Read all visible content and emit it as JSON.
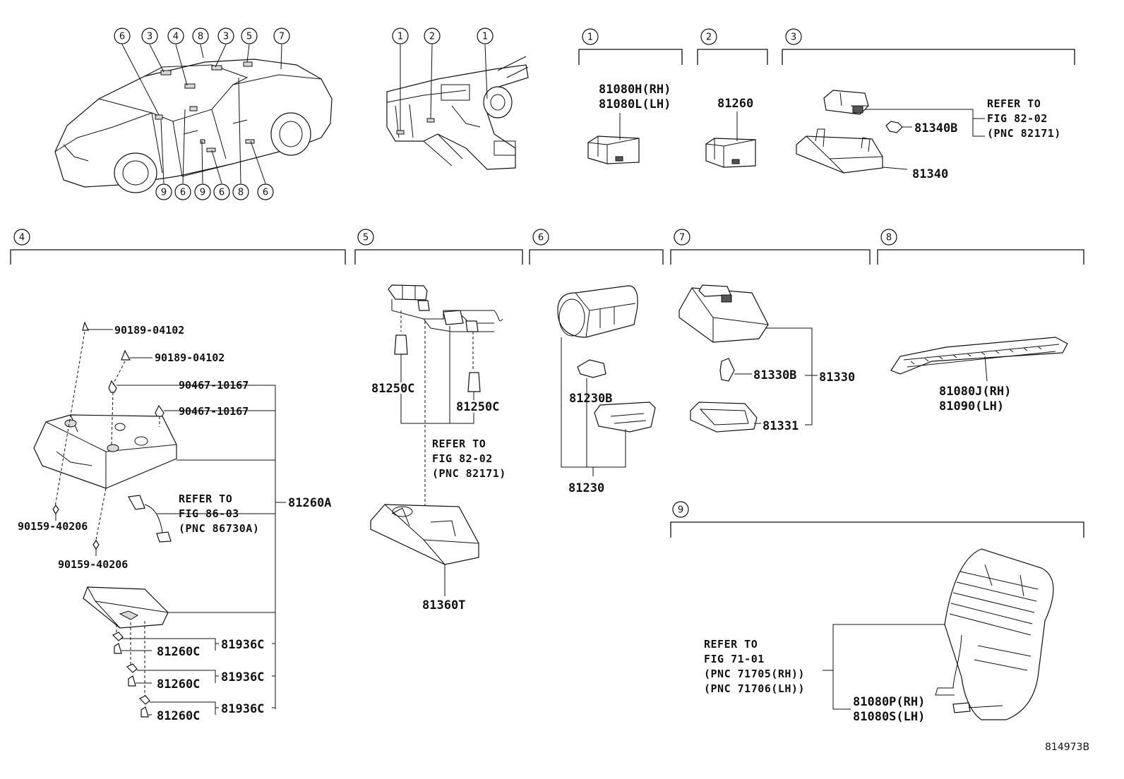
{
  "diagram_id": "814973B",
  "overview_car_callouts": [
    "6",
    "3",
    "4",
    "8",
    "3",
    "5",
    "7",
    "9",
    "6",
    "9",
    "6",
    "8",
    "6"
  ],
  "overview_dash_callouts": [
    "1",
    "2",
    "1"
  ],
  "sections": [
    {
      "num": "1",
      "parts": [
        "81080H(RH)",
        "81080L(LH)"
      ]
    },
    {
      "num": "2",
      "parts": [
        "81260"
      ]
    },
    {
      "num": "3",
      "parts": [
        "81340B",
        "81340"
      ],
      "refer": [
        "REFER TO",
        "FIG 82-02",
        "(PNC 82171)"
      ]
    },
    {
      "num": "4",
      "parts": [
        "90189-04102",
        "90189-04102",
        "90467-10167",
        "90467-10167",
        "90159-40206",
        "90159-40206",
        "81260A",
        "81260C",
        "81936C",
        "81260C",
        "81936C",
        "81260C",
        "81936C"
      ],
      "refer": [
        "REFER TO",
        "FIG 86-03",
        "(PNC 86730A)"
      ]
    },
    {
      "num": "5",
      "parts": [
        "81250C",
        "81250C",
        "81360T"
      ],
      "refer": [
        "REFER TO",
        "FIG 82-02",
        "(PNC 82171)"
      ]
    },
    {
      "num": "6",
      "parts": [
        "81230B",
        "81230"
      ]
    },
    {
      "num": "7",
      "parts": [
        "81330B",
        "81330",
        "81331"
      ]
    },
    {
      "num": "8",
      "parts": [
        "81080J(RH)",
        "81090(LH)"
      ]
    },
    {
      "num": "9",
      "parts": [
        "81080P(RH)",
        "81080S(LH)"
      ],
      "refer": [
        "REFER TO",
        "FIG 71-01",
        "(PNC 71705(RH))",
        "(PNC 71706(LH))"
      ]
    }
  ]
}
